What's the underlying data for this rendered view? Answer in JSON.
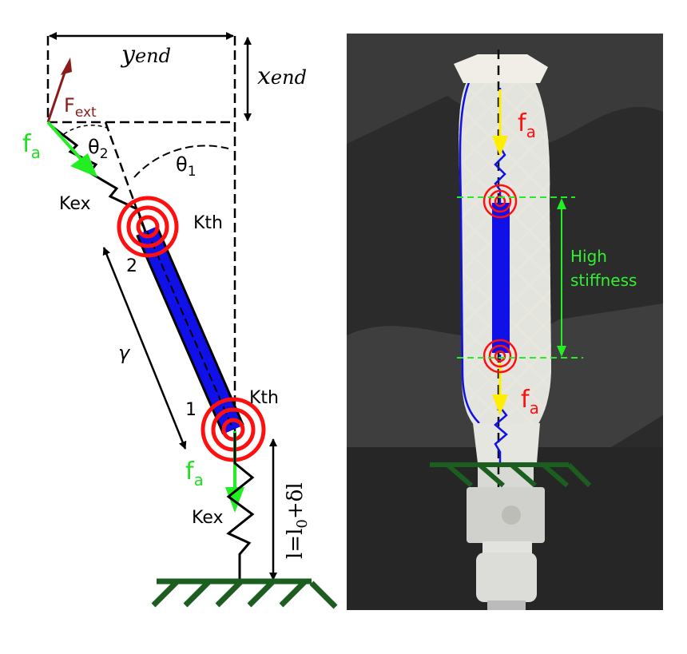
{
  "left_panel": {
    "y_end": "y",
    "y_end_sub": "end",
    "x_end": "x",
    "x_end_sub": "end",
    "f_ext": "F",
    "f_ext_sub": "ext",
    "theta2": "θ",
    "theta2_sub": "2",
    "theta1": "θ",
    "theta1_sub": "1",
    "fa_top": "f",
    "fa_top_sub": "a",
    "fa_bottom": "f",
    "fa_bottom_sub": "a",
    "kex_top": "Kex",
    "kex_bottom": "Kex",
    "kth_top": "Kth",
    "kth_bottom": "Kth",
    "joint2": "2",
    "joint1": "1",
    "gamma": "γ",
    "length_label": "l=l",
    "length_sub": "0",
    "length_tail": "+δl"
  },
  "right_panel": {
    "fa_top": "f",
    "fa_top_sub": "a",
    "fa_bottom": "f",
    "fa_bottom_sub": "a",
    "high_stiffness_line1": "High",
    "high_stiffness_line2": "stiffness"
  },
  "colors": {
    "link_blue": "#1010e8",
    "spring_red": "#ff1010",
    "force_green": "#22ee22",
    "ext_force": "#8b1a1a",
    "ground_green": "#1b5e20",
    "label_green": "#22dd22",
    "photo_bg": "#2b2b2b"
  }
}
